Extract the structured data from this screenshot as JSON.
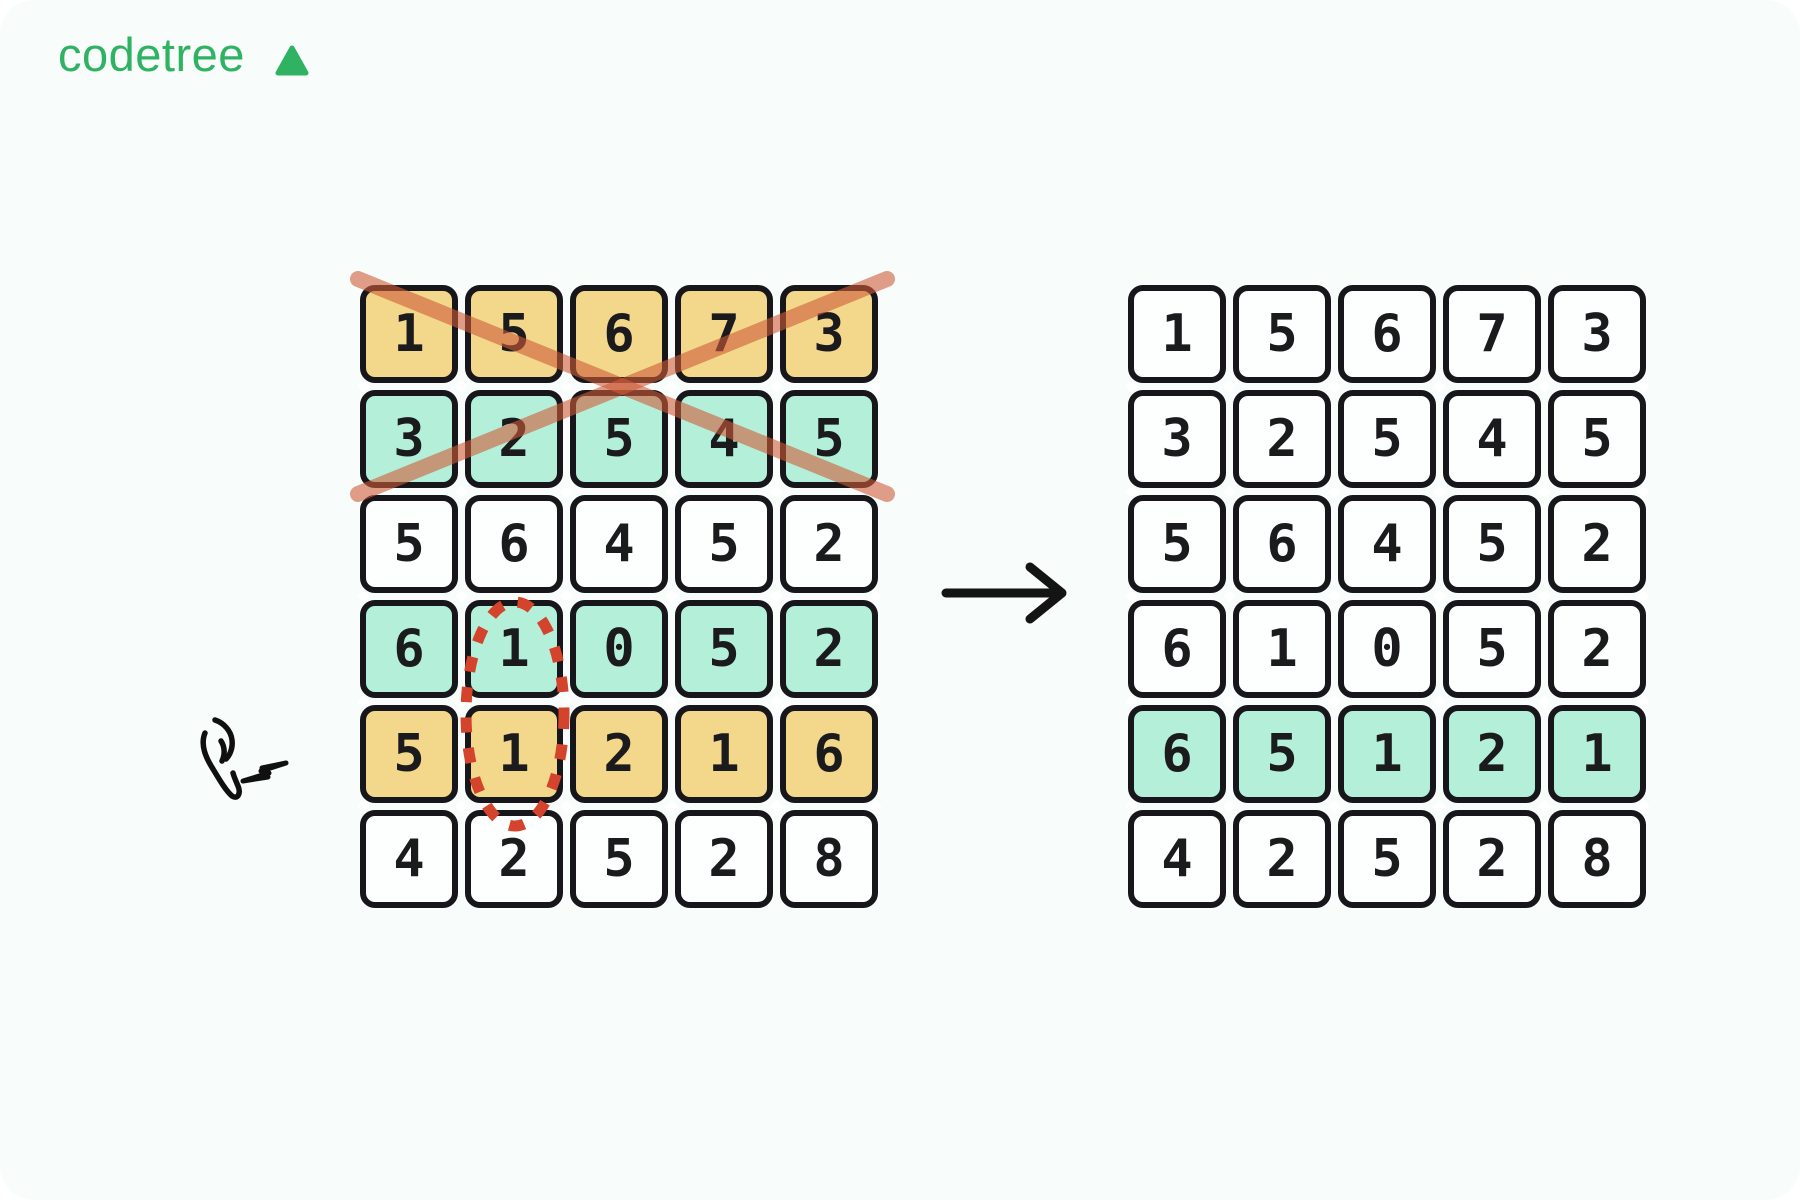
{
  "logo": {
    "text": "codetree",
    "triangle_icon": "triangle-up"
  },
  "colors": {
    "page": "#FFFFFF",
    "bg": "#F8FCFA",
    "green": "#2FB363",
    "line": "#17171B",
    "ink": "#1B1B1E",
    "tan": "#F3D78A",
    "mint": "#B4F0D9",
    "cellwhite": "#FDFFFE",
    "cross": "#CE5B38",
    "circle": "#D4432B",
    "arrow": "#141414"
  },
  "left_grid": {
    "name": "input-matrix",
    "rows": [
      [
        1,
        5,
        6,
        7,
        3
      ],
      [
        3,
        2,
        5,
        4,
        5
      ],
      [
        5,
        6,
        4,
        5,
        2
      ],
      [
        6,
        1,
        0,
        5,
        2
      ],
      [
        5,
        1,
        2,
        1,
        6
      ],
      [
        4,
        2,
        5,
        2,
        8
      ]
    ],
    "row_fills": [
      "tan",
      "mint",
      "white",
      "mint",
      "tan",
      "white"
    ]
  },
  "right_grid": {
    "name": "output-matrix",
    "rows": [
      [
        1,
        5,
        6,
        7,
        3
      ],
      [
        3,
        2,
        5,
        4,
        5
      ],
      [
        5,
        6,
        4,
        5,
        2
      ],
      [
        6,
        1,
        0,
        5,
        2
      ],
      [
        6,
        5,
        1,
        2,
        1
      ],
      [
        4,
        2,
        5,
        2,
        8
      ]
    ],
    "row_fills": [
      "white",
      "white",
      "white",
      "white",
      "mint",
      "white"
    ]
  },
  "annotations": {
    "cross_out": {
      "grid": "left",
      "rows": [
        1,
        2
      ]
    },
    "dotted_circle": {
      "grid": "left",
      "column": 2,
      "rows": [
        4,
        5
      ]
    },
    "highlighted_row": {
      "grid": "right",
      "row": 5
    },
    "arrow_direction": "right"
  }
}
